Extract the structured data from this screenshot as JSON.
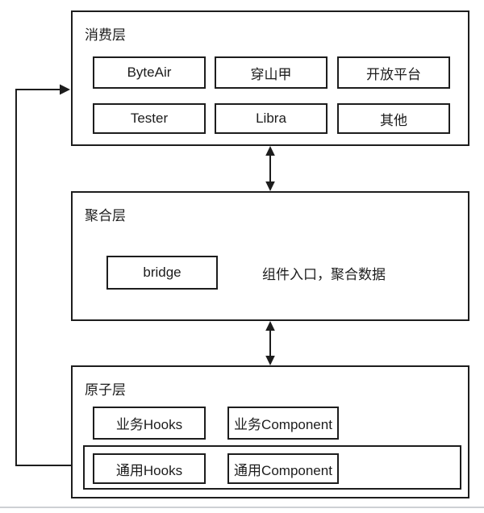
{
  "colors": {
    "line": "#1d1d1d",
    "background": "#ffffff",
    "bottom_divider": "#cdd0d4"
  },
  "layers": {
    "consumer": {
      "title": "消费层",
      "items_row1": [
        "ByteAir",
        "穿山甲",
        "开放平台"
      ],
      "items_row2": [
        "Tester",
        "Libra",
        "其他"
      ]
    },
    "aggregation": {
      "title": "聚合层",
      "bridge_label": "bridge",
      "note": "组件入口，聚合数据"
    },
    "atomic": {
      "title": "原子层",
      "business_hooks": "业务Hooks",
      "business_component": "业务Component",
      "common_hooks": "通用Hooks",
      "common_component": "通用Component"
    }
  },
  "connectors": {
    "consumer_aggregation": "bidirectional-arrow",
    "aggregation_atomic": "bidirectional-arrow",
    "common_to_consumer": "feedback-arrow"
  }
}
